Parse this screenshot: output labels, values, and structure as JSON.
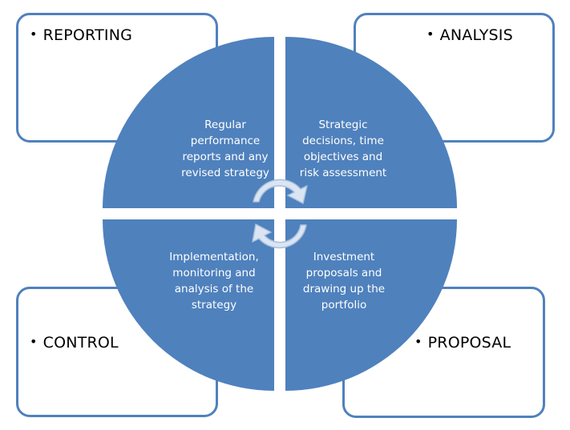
{
  "colors": {
    "accent": "#4f81bd",
    "quadrant_fill": "#4f81bd",
    "arrow_fill": "#dbe5f1",
    "arrow_stroke": "#a7bfde",
    "box_text": "#000000",
    "quadrant_text": "#ffffff"
  },
  "boxes": {
    "reporting": {
      "bullet": "•",
      "label": "REPORTING"
    },
    "analysis": {
      "bullet": "•",
      "label": "ANALYSIS"
    },
    "control": {
      "bullet": "•",
      "label": "CONTROL"
    },
    "proposal": {
      "bullet": "•",
      "label": "PROPOSAL"
    }
  },
  "quadrants": {
    "top_left": {
      "name": "reporting",
      "lines": [
        "Regular",
        "performance",
        "reports and any",
        "revised strategy"
      ]
    },
    "top_right": {
      "name": "analysis",
      "lines": [
        "Strategic",
        "decisions, time",
        "objectives and",
        "risk assessment"
      ]
    },
    "bottom_left": {
      "name": "control",
      "lines": [
        "Implementation,",
        "monitoring and",
        "analysis of the",
        "strategy"
      ]
    },
    "bottom_right": {
      "name": "proposal",
      "lines": [
        "Investment",
        "proposals and",
        "drawing up the",
        "portfolio"
      ]
    }
  },
  "cycle_arrows": [
    {
      "name": "cycle-arrow-clockwise-top",
      "direction": "clockwise"
    },
    {
      "name": "cycle-arrow-clockwise-bottom",
      "direction": "clockwise"
    }
  ]
}
